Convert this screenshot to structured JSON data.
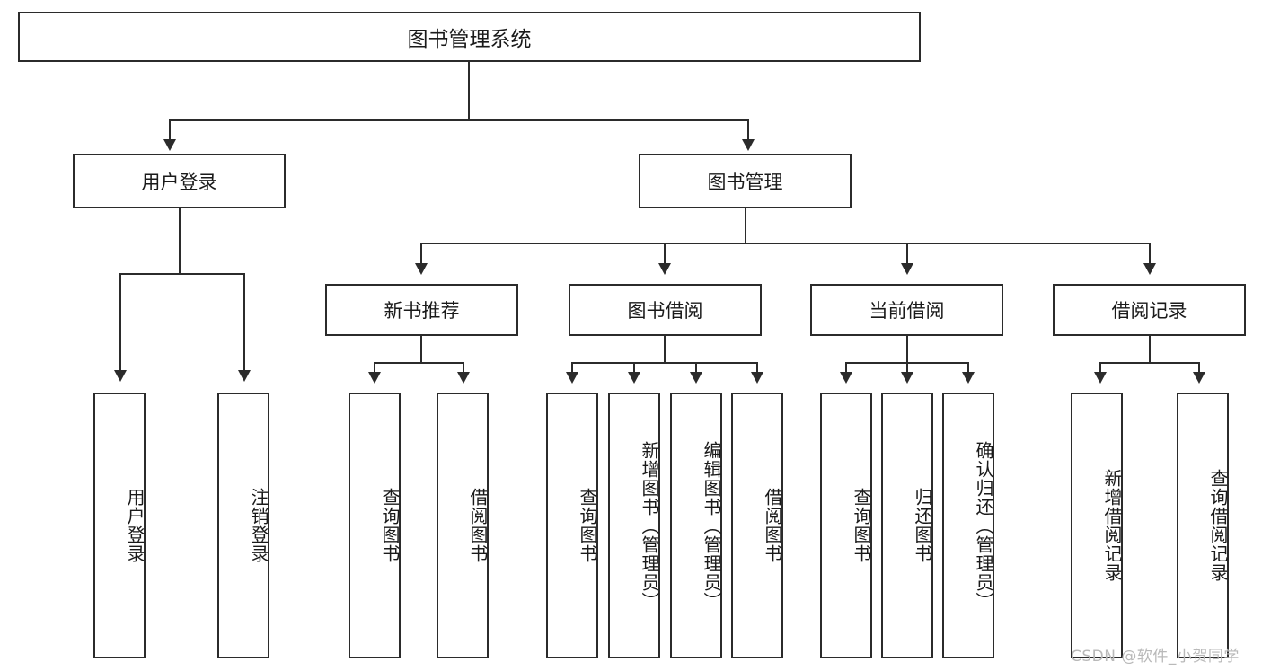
{
  "diagram": {
    "title": "图书管理系统",
    "type": "tree",
    "root": {
      "label": "图书管理系统"
    },
    "level1": [
      {
        "label": "用户登录"
      },
      {
        "label": "图书管理"
      }
    ],
    "level2": [
      {
        "label": "新书推荐"
      },
      {
        "label": "图书借阅"
      },
      {
        "label": "当前借阅"
      },
      {
        "label": "借阅记录"
      }
    ],
    "leaves": {
      "user_login": [
        {
          "label": "用户登录"
        },
        {
          "label": "注销登录"
        }
      ],
      "new_book_recommend": [
        {
          "label": "查询图书"
        },
        {
          "label": "借阅图书"
        }
      ],
      "book_borrow": [
        {
          "label": "查询图书"
        },
        {
          "label": "新增图书（管理员）"
        },
        {
          "label": "编辑图书（管理员）"
        },
        {
          "label": "借阅图书"
        }
      ],
      "current_borrow": [
        {
          "label": "查询图书"
        },
        {
          "label": "归还图书"
        },
        {
          "label": "确认归还（管理员）"
        }
      ],
      "borrow_record": [
        {
          "label": "新增借阅记录"
        },
        {
          "label": "查询借阅记录"
        }
      ]
    }
  },
  "watermark": {
    "text": "CSDN @软件_小贺同学"
  },
  "colors": {
    "stroke": "#2b2b2b",
    "fill": "#ffffff",
    "text": "#1a1a1a",
    "watermark": "#b9b9b9"
  }
}
